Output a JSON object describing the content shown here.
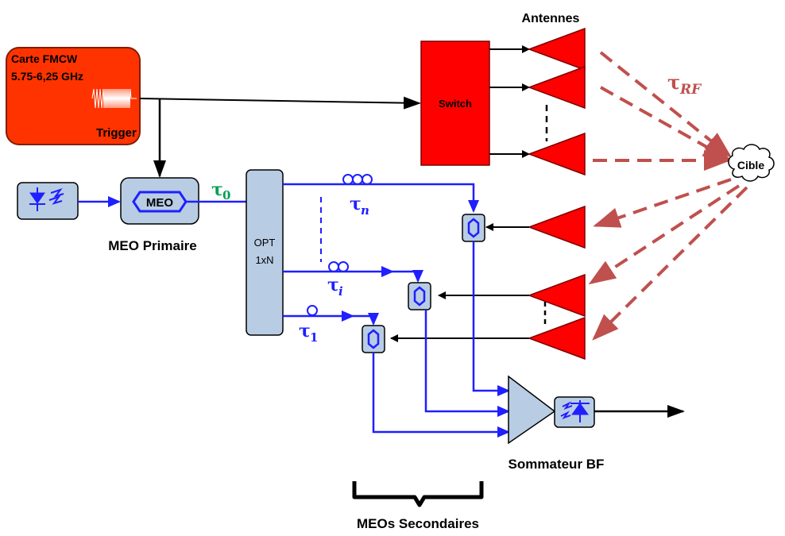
{
  "colors": {
    "blue_fiber": "#1f1fff",
    "rf_red": "#ff0000",
    "fmcw_orange": "#ff3300",
    "component_fill": "#b8cce4",
    "dashed_wave": "#c0504d",
    "tau0_green": "#00a050"
  },
  "icons": {
    "laser": "laser-diode-icon",
    "photodiode": "photodiode-icon",
    "coupler": "fiber-coupler-icon",
    "cloud": "cloud-icon"
  },
  "labels": {
    "fmcw_line1": "Carte FMCW",
    "fmcw_line2": "5.75-6,25 GHz",
    "trigger": "Trigger",
    "antennes": "Antennes",
    "switch": "Switch",
    "tau_rf": "τ",
    "tau_rf_sub": "RF",
    "cible": "Cible",
    "meo": "MEO",
    "meo_primaire": "MEO Primaire",
    "tau0": "τ",
    "tau0_sub": "0",
    "opt_line1": "OPT",
    "opt_line2": "1xN",
    "tau_n": "τ",
    "tau_n_sub": "n",
    "tau_i": "τ",
    "tau_i_sub": "i",
    "tau_1": "τ",
    "tau_1_sub": "1",
    "sommateur": "Sommateur BF",
    "meos_secondaires": "MEOs Secondaires"
  }
}
